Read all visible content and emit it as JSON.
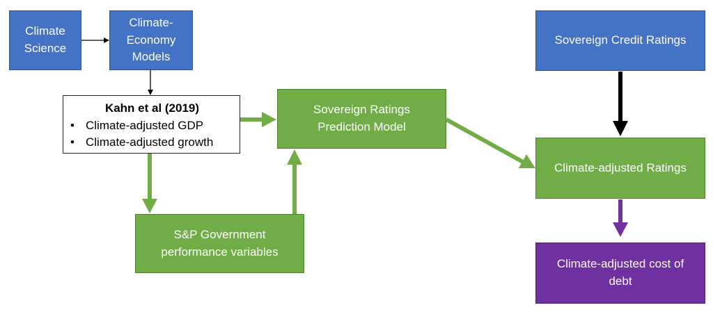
{
  "nodes": {
    "climate_science": "Climate\nScience",
    "climate_economy_models": "Climate-\nEconomy\nModels",
    "kahn": {
      "title": "Kahn et al (2019)",
      "bullets": [
        "Climate-adjusted GDP",
        "Climate-adjusted growth"
      ]
    },
    "sovereign_ratings_prediction": "Sovereign Ratings\nPrediction Model",
    "sp_government": "S&P Government\nperformance variables",
    "sovereign_credit_ratings": "Sovereign Credit Ratings",
    "climate_adjusted_ratings": "Climate-adjusted Ratings",
    "climate_adjusted_cost": "Climate-adjusted cost of\ndebt"
  },
  "colors": {
    "blue": "#4472c4",
    "green": "#70ad47",
    "purple": "#7030a0",
    "black_arrow": "#000000"
  }
}
